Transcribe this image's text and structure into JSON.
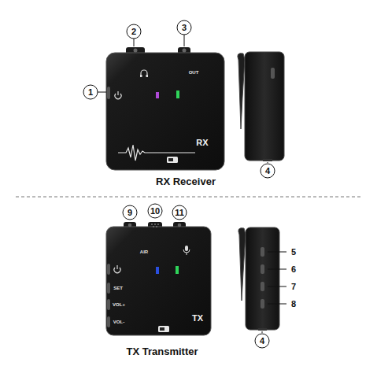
{
  "diagram": {
    "labels": [
      "2",
      "3",
      "1",
      "OUT",
      "RX",
      "4",
      "RX Receiver",
      "9",
      "10",
      "11",
      "AIR",
      "SET",
      "VOL+",
      "VOL-",
      "TX",
      "5",
      "6",
      "7",
      "8",
      "4",
      "TX Transmitter"
    ]
  }
}
